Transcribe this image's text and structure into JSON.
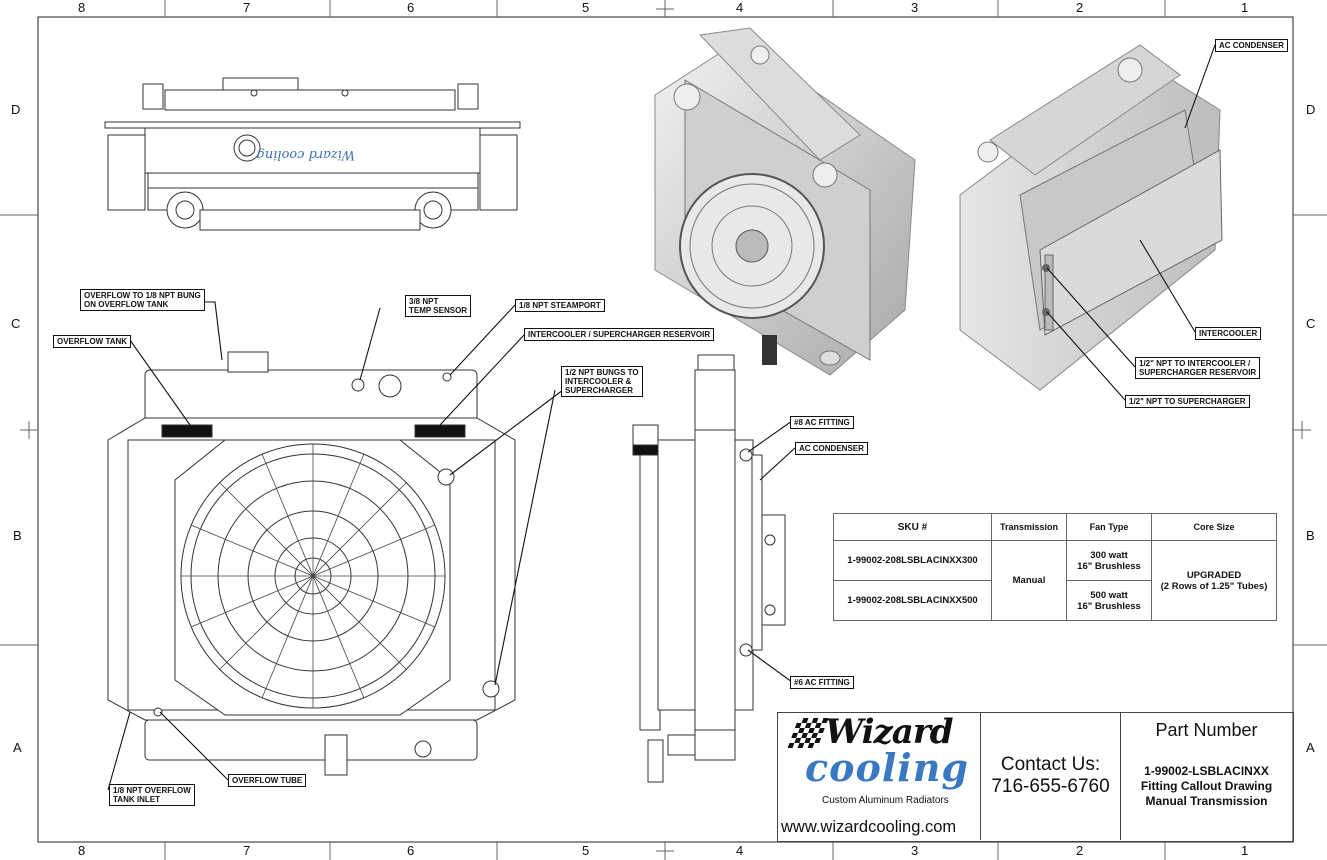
{
  "zones": {
    "cols": [
      "8",
      "7",
      "6",
      "5",
      "4",
      "3",
      "2",
      "1"
    ],
    "rows": [
      "D",
      "C",
      "B",
      "A"
    ]
  },
  "callouts": {
    "overflow_bung": "OVERFLOW TO 1/8 NPT BUNG\nON OVERFLOW TANK",
    "temp_sensor": "3/8 NPT\nTEMP SENSOR",
    "steamport": "1/8 NPT STEAMPORT",
    "overflow_tank": "OVERFLOW TANK",
    "ic_reservoir": "INTERCOOLER / SUPERCHARGER RESERVOIR",
    "npt_bungs": "1/2 NPT BUNGS TO\nINTERCOOLER &\nSUPERCHARGER",
    "overflow_tube": "OVERFLOW TUBE",
    "overflow_inlet": "1/8 NPT OVERFLOW\nTANK INLET",
    "ac8": "#8 AC FITTING",
    "ac_condenser_side": "AC CONDENSER",
    "ac6": "#6 AC FITTING",
    "ac_condenser_iso": "AC CONDENSER",
    "intercooler": "INTERCOOLER",
    "npt_ic_res": "1/2\" NPT TO INTERCOOLER /\nSUPERCHARGER RESERVOIR",
    "npt_super": "1/2\" NPT TO SUPERCHARGER"
  },
  "table": {
    "headers": [
      "SKU #",
      "Transmission",
      "Fan Type",
      "Core Size"
    ],
    "rows": [
      {
        "sku": "1-99002-208LSBLACINXX300",
        "fan": "300 watt\n16\" Brushless"
      },
      {
        "sku": "1-99002-208LSBLACINXX500",
        "fan": "500 watt\n16\" Brushless"
      }
    ],
    "transmission": "Manual",
    "core": "UPGRADED\n(2 Rows of 1.25\" Tubes)"
  },
  "title_block": {
    "logo_top": "Wizard",
    "logo_bottom": "cooling",
    "logo_tagline": "Custom Aluminum Radiators",
    "website": "www.wizardcooling.com",
    "contact_label": "Contact Us:",
    "phone": "716-655-6760",
    "part_number_label": "Part Number",
    "part_number": "1-99002-LSBLACINXX",
    "description_1": "Fitting Callout Drawing",
    "description_2": "Manual Transmission"
  },
  "top_view_logo": "Wizard cooling"
}
